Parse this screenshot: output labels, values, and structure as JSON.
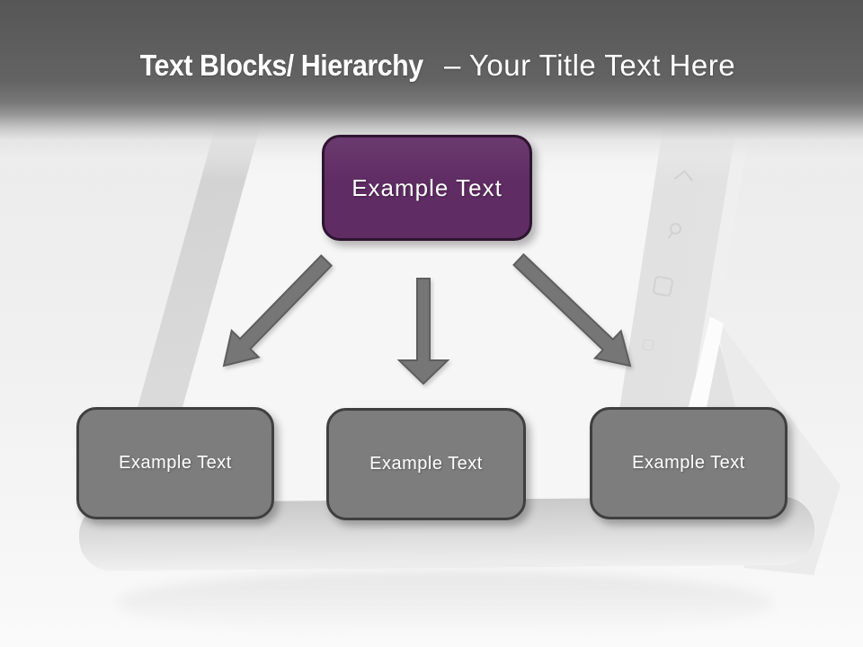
{
  "header": {
    "title_bold": "Text Blocks/ Hierarchy",
    "title_rest": " – Your Title Text Here"
  },
  "diagram": {
    "root": {
      "label": "Example Text"
    },
    "children": [
      {
        "label": "Example Text"
      },
      {
        "label": "Example Text"
      },
      {
        "label": "Example Text"
      }
    ]
  },
  "colors": {
    "header-top": "#565656",
    "accent-purple": "#5f2c63",
    "accent-purple-border": "#2d1530",
    "node-gray": "#7d7d7d",
    "node-gray-border": "#3f3f3f",
    "arrow-fill": "#767676",
    "arrow-stroke": "#5e5e5e",
    "text-white": "#ffffff"
  }
}
